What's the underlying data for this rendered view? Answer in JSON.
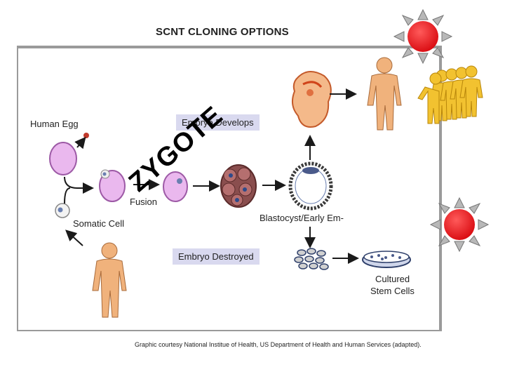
{
  "title": "SCNT CLONING OPTIONS",
  "labels": {
    "human_egg": "Human Egg",
    "fusion": "Fusion",
    "somatic_cell": "Somatic Cell",
    "embryo_develops": "Embryo Develops",
    "blastocyst": "Blastocyst/Early Em-",
    "embryo_destroyed": "Embryo Destroyed",
    "cultured": "Cultured",
    "stem_cells": "Stem Cells"
  },
  "overlay_text": "ZYGOTE",
  "credit": "Graphic courtesy National Institue of Health, US Department of Health and Human Services (adapted).",
  "colors": {
    "egg_fill": "#eab8ee",
    "egg_stroke": "#9d5aa6",
    "skin": "#f0b27c",
    "label_box": "#d9d9ef",
    "sun_red": "#ee1d23",
    "figure_yellow": "#f2c230"
  }
}
